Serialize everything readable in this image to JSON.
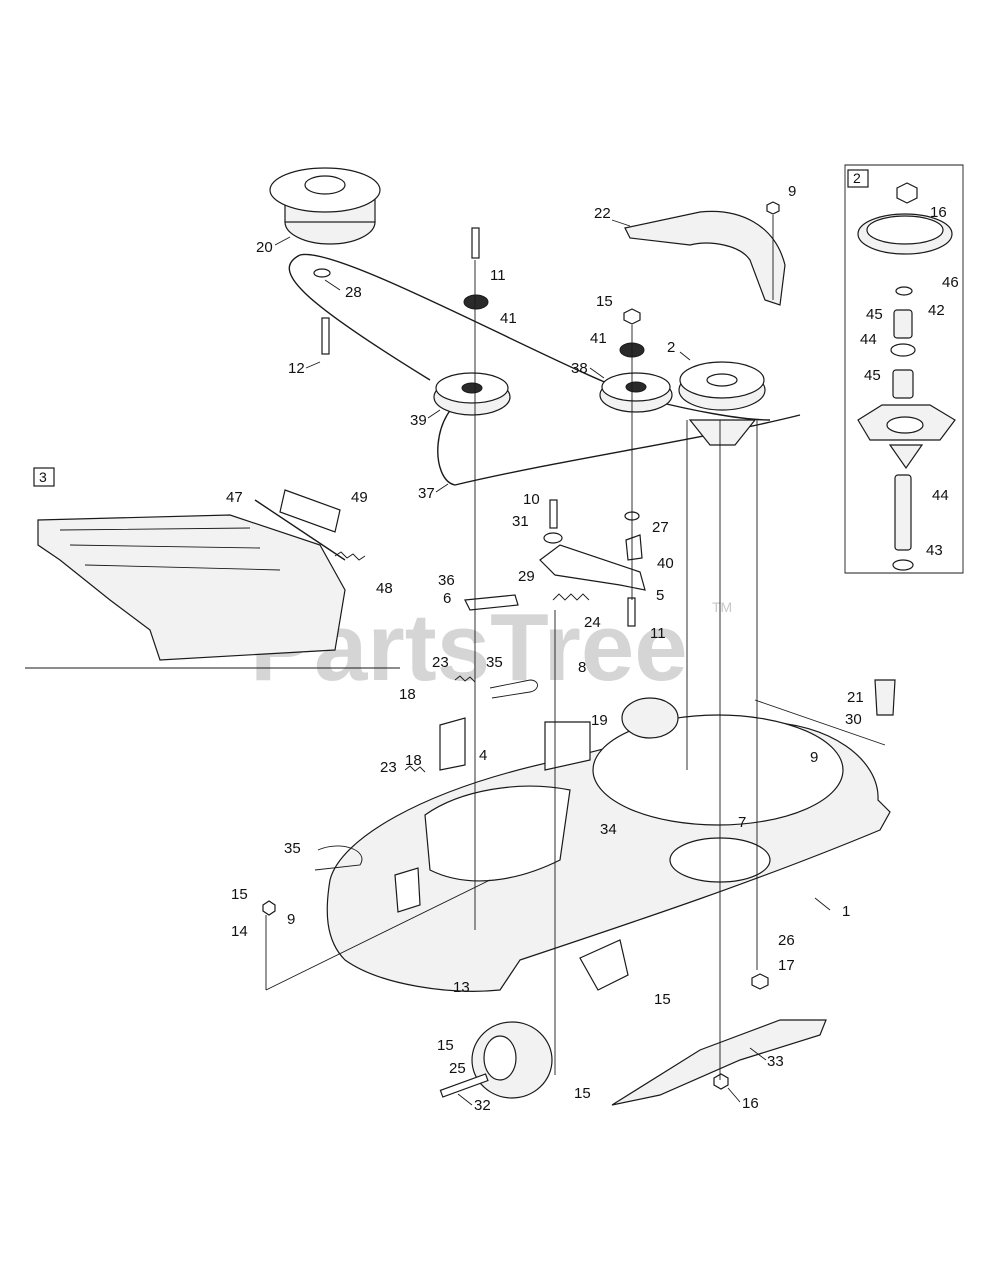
{
  "watermark": {
    "text": "PartsTree",
    "trademark": "TM"
  },
  "inset_boxes": [
    {
      "id": "2",
      "label": "2"
    },
    {
      "id": "3",
      "label": "3"
    }
  ],
  "callouts": [
    {
      "id": "c-9a",
      "label": "9"
    },
    {
      "id": "c-16a",
      "label": "16"
    },
    {
      "id": "c-22",
      "label": "22"
    },
    {
      "id": "c-20",
      "label": "20"
    },
    {
      "id": "c-11a",
      "label": "11"
    },
    {
      "id": "c-28",
      "label": "28"
    },
    {
      "id": "c-41a",
      "label": "41"
    },
    {
      "id": "c-15a",
      "label": "15"
    },
    {
      "id": "c-41b",
      "label": "41"
    },
    {
      "id": "c-2",
      "label": "2"
    },
    {
      "id": "c-46",
      "label": "46"
    },
    {
      "id": "c-42",
      "label": "42"
    },
    {
      "id": "c-45a",
      "label": "45"
    },
    {
      "id": "c-44a",
      "label": "44"
    },
    {
      "id": "c-45b",
      "label": "45"
    },
    {
      "id": "c-12",
      "label": "12"
    },
    {
      "id": "c-38",
      "label": "38"
    },
    {
      "id": "c-39",
      "label": "39"
    },
    {
      "id": "c-37",
      "label": "37"
    },
    {
      "id": "c-44b",
      "label": "44"
    },
    {
      "id": "c-43",
      "label": "43"
    },
    {
      "id": "c-10",
      "label": "10"
    },
    {
      "id": "c-27",
      "label": "27"
    },
    {
      "id": "c-31",
      "label": "31"
    },
    {
      "id": "c-40",
      "label": "40"
    },
    {
      "id": "c-47",
      "label": "47"
    },
    {
      "id": "c-49",
      "label": "49"
    },
    {
      "id": "c-48",
      "label": "48"
    },
    {
      "id": "c-29",
      "label": "29"
    },
    {
      "id": "c-36",
      "label": "36"
    },
    {
      "id": "c-5",
      "label": "5"
    },
    {
      "id": "c-6",
      "label": "6"
    },
    {
      "id": "c-24",
      "label": "24"
    },
    {
      "id": "c-11b",
      "label": "11"
    },
    {
      "id": "c-23a",
      "label": "23"
    },
    {
      "id": "c-35a",
      "label": "35"
    },
    {
      "id": "c-8",
      "label": "8"
    },
    {
      "id": "c-18a",
      "label": "18"
    },
    {
      "id": "c-19",
      "label": "19"
    },
    {
      "id": "c-21",
      "label": "21"
    },
    {
      "id": "c-4",
      "label": "4"
    },
    {
      "id": "c-30",
      "label": "30"
    },
    {
      "id": "c-9b",
      "label": "9"
    },
    {
      "id": "c-23b",
      "label": "23"
    },
    {
      "id": "c-18b",
      "label": "18"
    },
    {
      "id": "c-7",
      "label": "7"
    },
    {
      "id": "c-34",
      "label": "34"
    },
    {
      "id": "c-35b",
      "label": "35"
    },
    {
      "id": "c-1",
      "label": "1"
    },
    {
      "id": "c-15b",
      "label": "15"
    },
    {
      "id": "c-14",
      "label": "14"
    },
    {
      "id": "c-9c",
      "label": "9"
    },
    {
      "id": "c-26",
      "label": "26"
    },
    {
      "id": "c-13",
      "label": "13"
    },
    {
      "id": "c-17",
      "label": "17"
    },
    {
      "id": "c-15c",
      "label": "15"
    },
    {
      "id": "c-15d",
      "label": "15"
    },
    {
      "id": "c-25",
      "label": "25"
    },
    {
      "id": "c-33",
      "label": "33"
    },
    {
      "id": "c-15e",
      "label": "15"
    },
    {
      "id": "c-32",
      "label": "32"
    },
    {
      "id": "c-16b",
      "label": "16"
    }
  ]
}
